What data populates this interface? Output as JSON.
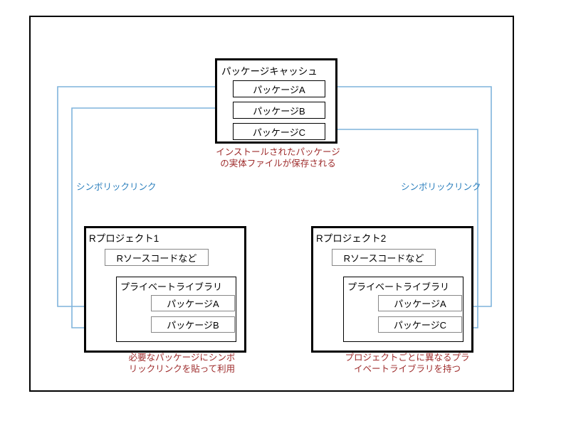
{
  "diagram": {
    "title_absent": true,
    "colors": {
      "frame": "#000000",
      "connector": "#7fb4dc",
      "annotation_red": "#9e2b2b",
      "annotation_blue": "#2b7fbd",
      "soft_border": "#878787"
    },
    "package_cache": {
      "title": "パッケージキャッシュ",
      "items": [
        {
          "label": "パッケージA"
        },
        {
          "label": "パッケージB"
        },
        {
          "label": "パッケージC"
        }
      ],
      "caption": "インストールされたパッケージ\nの実体ファイルが保存される"
    },
    "symlink_labels": {
      "left": "シンボリックリンク",
      "right": "シンボリックリンク"
    },
    "projects": [
      {
        "title": "Rプロジェクト1",
        "source_label": "Rソースコードなど",
        "private_library": {
          "title": "プライベートライブラリ",
          "items": [
            {
              "label": "パッケージA"
            },
            {
              "label": "パッケージB"
            }
          ]
        },
        "caption": "必要なパッケージにシンボ\nリックリンクを貼って利用"
      },
      {
        "title": "Rプロジェクト2",
        "source_label": "Rソースコードなど",
        "private_library": {
          "title": "プライベートライブラリ",
          "items": [
            {
              "label": "パッケージA"
            },
            {
              "label": "パッケージC"
            }
          ]
        },
        "caption": "プロジェクトごとに異なるプラ\nイベートライブラリを持つ"
      }
    ],
    "connections": [
      {
        "from": "project1.packageA",
        "to": "cache.packageA",
        "kind": "symlink"
      },
      {
        "from": "project1.packageB",
        "to": "cache.packageB",
        "kind": "symlink"
      },
      {
        "from": "project2.packageA",
        "to": "cache.packageA",
        "kind": "symlink"
      },
      {
        "from": "project2.packageC",
        "to": "cache.packageC",
        "kind": "symlink"
      }
    ]
  }
}
